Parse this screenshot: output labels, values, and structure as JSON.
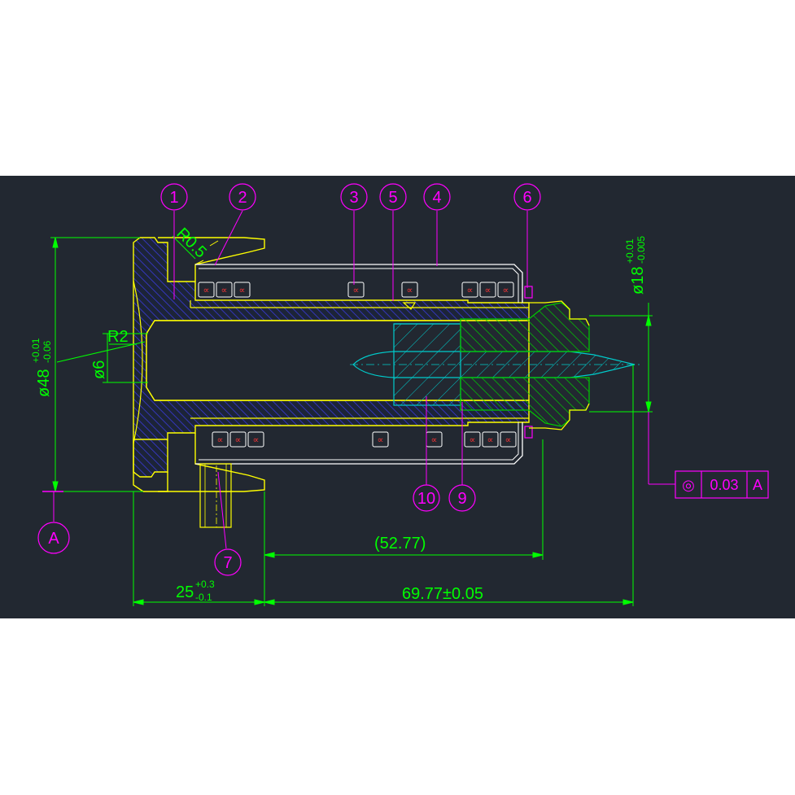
{
  "colors": {
    "background": "#ffffff",
    "canvas": "#222831",
    "outline": "#ffff00",
    "section_hatch": "#3333cc",
    "dimension": "#00ff00",
    "balloon": "#ff00ff",
    "bearing_mark": "#ff3333",
    "pin": "#00cccc",
    "nozzle_hatch": "#00cc00",
    "shell": "#ffffff"
  },
  "balloons": [
    "1",
    "2",
    "3",
    "5",
    "4",
    "6",
    "10",
    "9",
    "7"
  ],
  "datum": {
    "label": "A"
  },
  "dimensions": {
    "dia48_main": "ø48",
    "dia48_tol_upper": "+0.01",
    "dia48_tol_lower": "-0.06",
    "dia18_main": "ø18",
    "dia18_tol_upper": "+0.01",
    "dia18_tol_lower": "-0.005",
    "dia6": "ø6",
    "r2": "R2",
    "r05": "R0.5",
    "len25_main": "25",
    "len25_tol_upper": "+0.3",
    "len25_tol_lower": "-0.1",
    "len_52_77": "(52.77)",
    "len_69_77": "69.77±0.05"
  },
  "tolerance_frame": {
    "symbol": "◎",
    "value": "0.03",
    "datum": "A"
  },
  "bearing_mark": "∝"
}
